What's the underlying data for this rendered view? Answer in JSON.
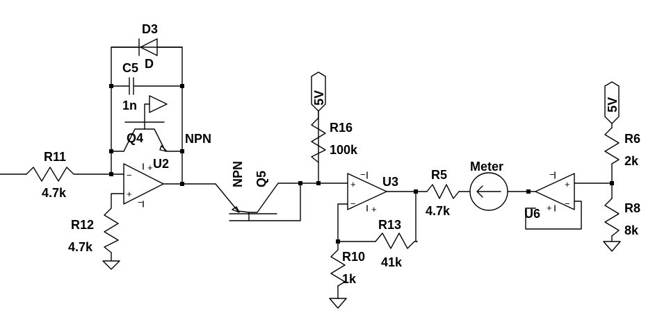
{
  "components": {
    "R11": {
      "ref": "R11",
      "value": "4.7k"
    },
    "R12": {
      "ref": "R12",
      "value": "4.7k"
    },
    "C5": {
      "ref": "C5",
      "value": "1n"
    },
    "D3": {
      "ref": "D3",
      "value": "D"
    },
    "Q4": {
      "ref": "Q4",
      "value": "NPN"
    },
    "U2": {
      "ref": "U2"
    },
    "Q5": {
      "ref": "Q5",
      "value": "NPN"
    },
    "R16": {
      "ref": "R16",
      "value": "100k"
    },
    "U3": {
      "ref": "U3"
    },
    "R13": {
      "ref": "R13",
      "value": "41k"
    },
    "R10": {
      "ref": "R10",
      "value": "1k"
    },
    "R5": {
      "ref": "R5",
      "value": "4.7k"
    },
    "Meter": {
      "ref": "Meter"
    },
    "U6": {
      "ref": "U6"
    },
    "R6": {
      "ref": "R6",
      "value": "2k"
    },
    "R8": {
      "ref": "R8",
      "value": "8k"
    }
  },
  "supplies": {
    "left": "5V",
    "right": "5V"
  },
  "symbols": {
    "plus": "+",
    "minus": "−"
  }
}
